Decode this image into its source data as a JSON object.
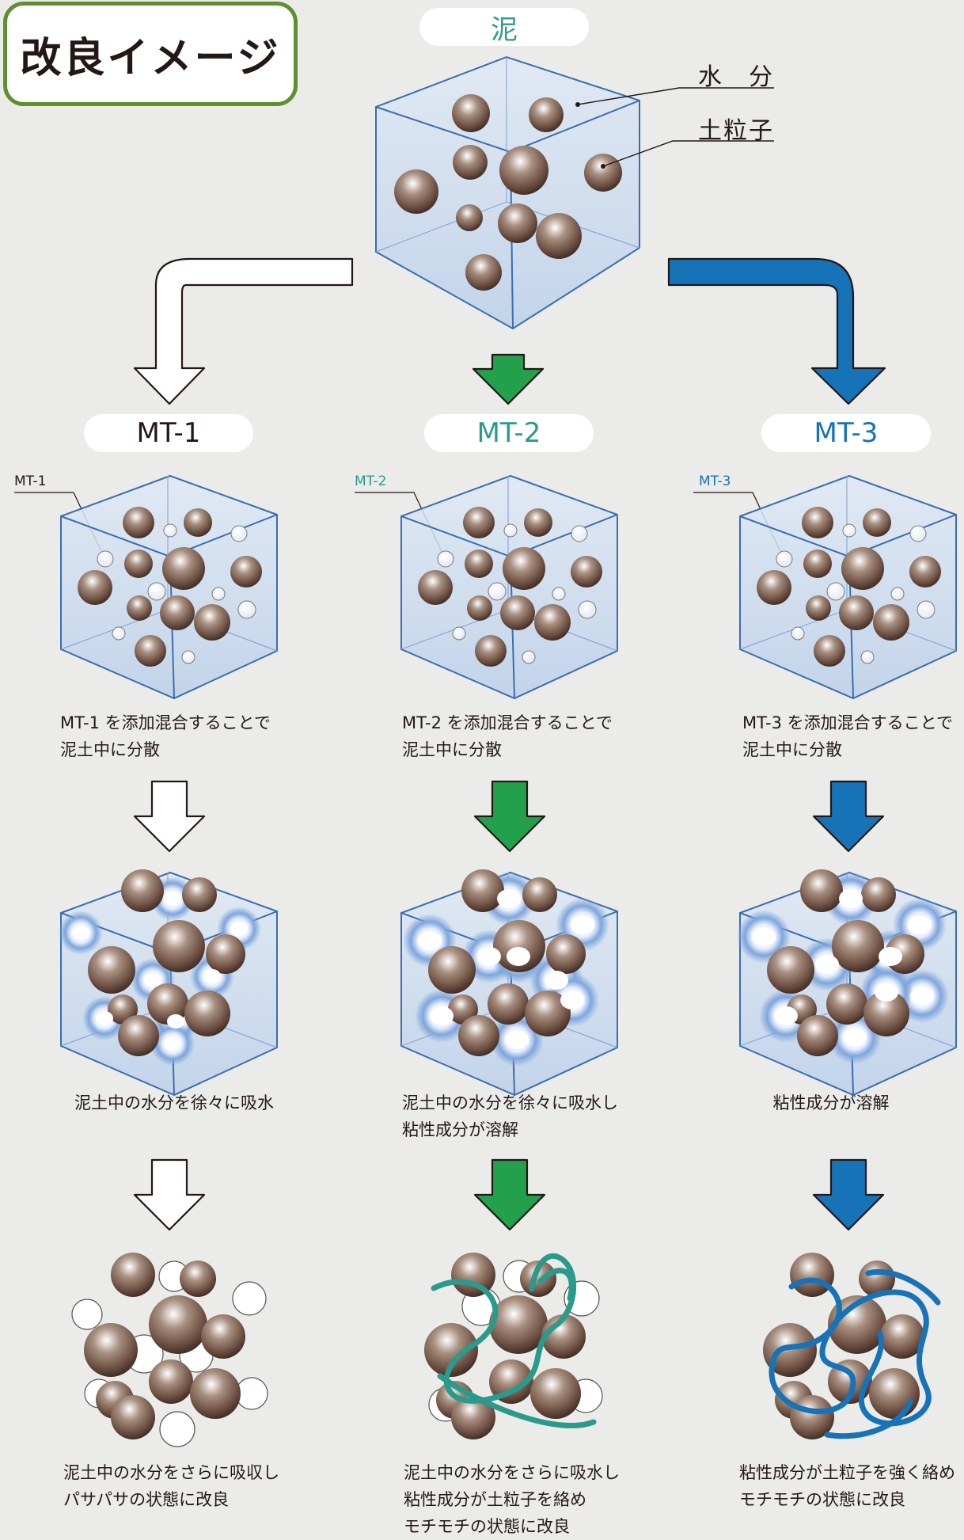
{
  "title": "改良イメージ",
  "top": {
    "label": "泥",
    "water_label": "水　分",
    "soil_label": "土粒子"
  },
  "colors": {
    "green": "#22a04b",
    "blue": "#1673b7",
    "teal": "#2a9a8a",
    "title_border": "#5f8f2f"
  },
  "columns": [
    {
      "name": "MT-1",
      "small_label": "MT-1",
      "step1": "MT-1 を添加混合することで\n泥土中に分散",
      "step2": "泥土中の水分を徐々に吸水",
      "step3": "泥土中の水分をさらに吸収し\nパサパサの状態に改良"
    },
    {
      "name": "MT-2",
      "small_label": "MT-2",
      "step1": "MT-2 を添加混合することで\n泥土中に分散",
      "step2": "泥土中の水分を徐々に吸水し\n粘性成分が溶解",
      "step3": "泥土中の水分をさらに吸水し\n粘性成分が土粒子を絡め\nモチモチの状態に改良"
    },
    {
      "name": "MT-3",
      "small_label": "MT-3",
      "step1": "MT-3 を添加混合することで\n泥土中に分散",
      "step2": "粘性成分が溶解",
      "step3": "粘性成分が土粒子を強く絡め\nモチモチの状態に改良"
    }
  ]
}
